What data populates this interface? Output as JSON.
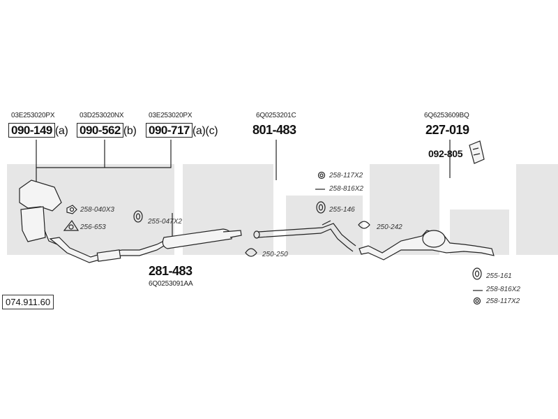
{
  "catalog_number": "074.911.60",
  "catalytic_converters": [
    {
      "oe_number": "03E253020PX",
      "part_number": "090-149",
      "suffix": "(a)"
    },
    {
      "oe_number": "03D253020NX",
      "part_number": "090-562",
      "suffix": "(b)"
    },
    {
      "oe_number": "03E253020PX",
      "part_number": "090-717",
      "suffix": "(a)(c)"
    }
  ],
  "front_pipe": {
    "part_number": "281-483",
    "oe_number": "6Q0253091AA"
  },
  "middle_pipe": {
    "oe_number": "6Q0253201C",
    "part_number": "801-483"
  },
  "rear_silencer": {
    "oe_number": "6Q6253609BQ",
    "part_number": "227-019"
  },
  "mounting_kit": {
    "part_number": "092-805"
  },
  "accessories": {
    "nut": "258-040X3",
    "gasket": "256-653",
    "hanger_front": "255-047X2",
    "clamp_front": "250-250",
    "ring_mid": "258-117X2",
    "bolt_mid": "258-816X2",
    "hanger_mid": "255-146",
    "clamp_mid": "250-242",
    "hanger_rear": "255-161",
    "bolt_rear": "258-816X2",
    "ring_rear": "258-117X2"
  },
  "colors": {
    "watermark": "#e6e6e6",
    "line": "#222222",
    "part_fill": "#f4f4f4"
  }
}
